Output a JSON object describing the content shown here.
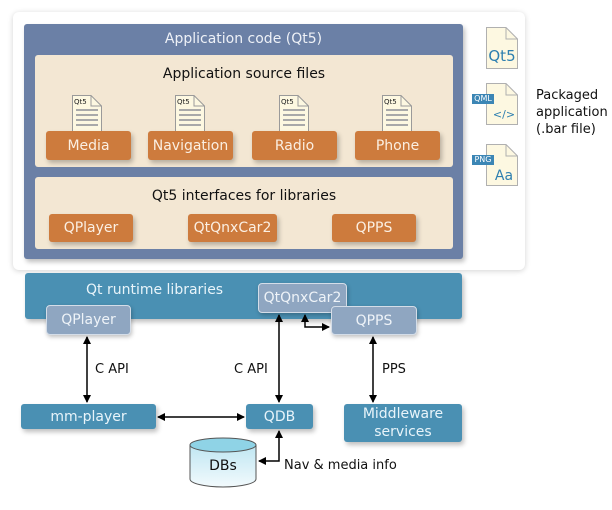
{
  "app_code": {
    "title": "Application code (Qt5)",
    "source_files": {
      "title": "Application source files",
      "file_icon_label": "Qt5",
      "items": [
        "Media",
        "Navigation",
        "Radio",
        "Phone"
      ]
    },
    "interfaces": {
      "title": "Qt5 interfaces for libraries",
      "items": [
        "QPlayer",
        "QtQnxCar2",
        "QPPS"
      ]
    }
  },
  "package_files": [
    {
      "tag": "",
      "glyph": "Qt5"
    },
    {
      "tag": "QML",
      "glyph": "</>"
    },
    {
      "tag": "PNG",
      "glyph": "Aa"
    }
  ],
  "package_label": {
    "lines": [
      "Packaged",
      "application",
      "(.bar file)"
    ]
  },
  "runtime": {
    "title": "Qt runtime libraries",
    "items": [
      "QPlayer",
      "QtQnxCar2",
      "QPPS"
    ]
  },
  "services": {
    "mm_player": "mm-player",
    "qdb": "QDB",
    "middleware": [
      "Middleware",
      "services"
    ],
    "dbs": "DBs"
  },
  "connections": {
    "qplayer_mm": "C API",
    "qtqnx_qdb": "C API",
    "qpps_middleware": "PPS",
    "dbs_qdb": "Nav & media info"
  },
  "colors": {
    "app_code": "#6b80a6",
    "beige": "#f3e7d3",
    "orange": "#cd7b3d",
    "runtime_blue": "#4a90b3",
    "runtime_grey": "#8fa6c1",
    "file_fill": "#fdf8e1",
    "file_accent": "#2e7fb0"
  }
}
